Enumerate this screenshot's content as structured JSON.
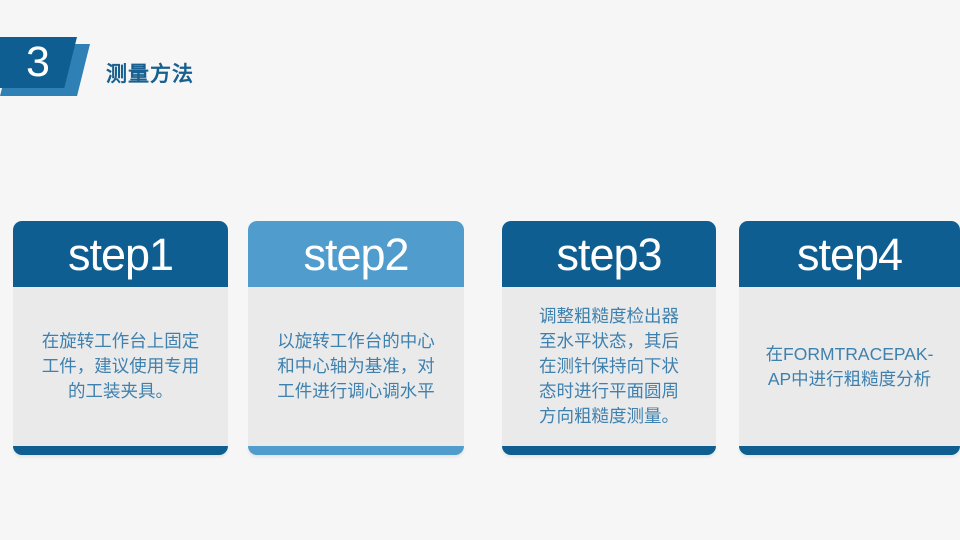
{
  "colors": {
    "dark_blue": "#0e5e91",
    "light_blue": "#4f9ccd",
    "badge_light_blue": "#2f80b5",
    "body_gray": "#eaeaea",
    "body_text_blue": "#3e81af",
    "title_blue": "#17608f",
    "page_background": "#f6f6f6"
  },
  "header": {
    "section_number": "3",
    "section_title": "测量方法"
  },
  "cards": [
    {
      "label": "step1",
      "accent": "dark",
      "text": "在旋转工作台上固定\n工件，建议使用专用\n的工装夹具。"
    },
    {
      "label": "step2",
      "accent": "light",
      "text": "以旋转工作台的中心\n和中心轴为基准，对\n工件进行调心调水平"
    },
    {
      "label": "step3",
      "accent": "dark",
      "text": "调整粗糙度检出器\n至水平状态，其后\n在测针保持向下状\n态时进行平面圆周\n方向粗糙度测量。"
    },
    {
      "label": "step4",
      "accent": "dark",
      "text": "在FORMTRACEPAK-\nAP中进行粗糙度分析"
    }
  ]
}
